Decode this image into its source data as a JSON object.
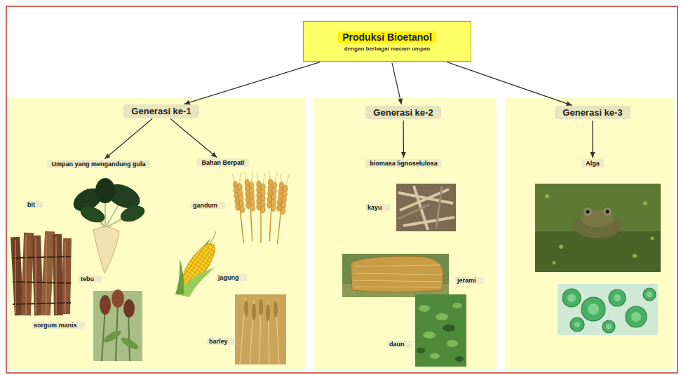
{
  "diagram": {
    "nodes": [
      {
        "text": [
          "Produksi Bioetanol",
          "dengan berbagai macam umpan"
        ]
      },
      {
        "text": [
          "Generasi ke-1"
        ]
      },
      {
        "text": [
          "Umpan yang mengandung gula"
        ]
      },
      {
        "text": [
          "Bahan Berpati"
        ]
      },
      {
        "text": [
          "Generasi ke-2"
        ]
      },
      {
        "text": [
          "biomasa lignoselulosa"
        ]
      },
      {
        "text": [
          "Generasi ke-3"
        ]
      },
      {
        "text": [
          "Alga"
        ]
      }
    ],
    "edges": [
      {
        "from": 0,
        "to": 1,
        "arrow": "to"
      },
      {
        "from": 0,
        "to": 4,
        "arrow": "to"
      },
      {
        "from": 0,
        "to": 6,
        "arrow": "to"
      },
      {
        "from": 1,
        "to": 2,
        "arrow": "to"
      },
      {
        "from": 1,
        "to": 3,
        "arrow": "to"
      },
      {
        "from": 4,
        "to": 5,
        "arrow": "to"
      },
      {
        "from": 6,
        "to": 7,
        "arrow": "to"
      }
    ],
    "labels": [
      "bit",
      "tebu",
      "sorgum manis",
      "gandum",
      "jagung",
      "barley",
      "kayu",
      "jerami",
      "daun"
    ]
  }
}
